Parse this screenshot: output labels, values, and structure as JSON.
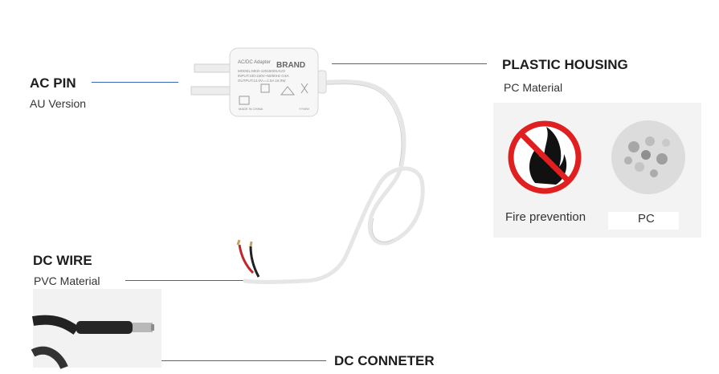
{
  "labels": {
    "ac_pin": {
      "title": "AC PIN",
      "subtitle": "AU Version"
    },
    "housing": {
      "title": "PLASTIC HOUSING",
      "subtitle": "PC Material"
    },
    "dc_wire": {
      "title": "DC WIRE",
      "subtitle": "PVC Material"
    },
    "dc_connector": {
      "title": "DC CONNETER"
    }
  },
  "adapter_print": {
    "line1": "AC/DC Adapter",
    "brand": "BRAND",
    "model": "MODEL:MKD-1201500SAUO",
    "input": "INPUT:100-240V~50/60Hz 0.5A",
    "output": "OUTPUT:12.0V==1.5A 18.0W",
    "made_in": "MADE IN CHINA",
    "date_code": "YYWW"
  },
  "material_panel": {
    "fire_caption": "Fire prevention",
    "pc_caption": "PC"
  },
  "colors": {
    "leader_line": "#3c63b8",
    "prohibition": "#e02020"
  }
}
